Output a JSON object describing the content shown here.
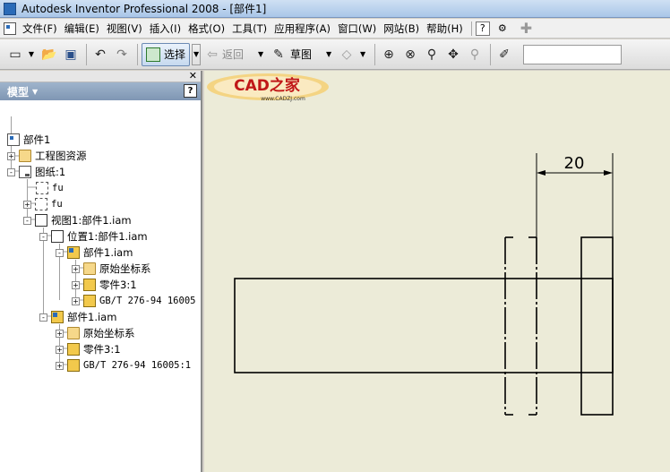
{
  "window": {
    "title": "Autodesk Inventor Professional 2008 - [部件1]"
  },
  "menu": {
    "items": [
      "文件(F)",
      "编辑(E)",
      "视图(V)",
      "插入(I)",
      "格式(O)",
      "工具(T)",
      "应用程序(A)",
      "窗口(W)",
      "网站(B)",
      "帮助(H)"
    ]
  },
  "toolbar": {
    "select_label": "选择",
    "return_label": "返回",
    "sketch_label": "草图"
  },
  "panel": {
    "title": "模型",
    "help": "?",
    "tree": [
      {
        "label": "部件1",
        "toggle": "",
        "icon": "part",
        "mono": false
      },
      {
        "label": "工程图资源",
        "toggle": "+",
        "icon": "folder",
        "mono": false
      },
      {
        "label": "图纸:1",
        "toggle": "-",
        "icon": "sheet",
        "mono": false
      },
      {
        "label": "fu",
        "toggle": "",
        "icon": "frame",
        "mono": true
      },
      {
        "label": "fu",
        "toggle": "+",
        "icon": "frame",
        "mono": true
      },
      {
        "label": "视图1:部件1.iam",
        "toggle": "-",
        "icon": "view",
        "mono": false
      },
      {
        "label": "位置1:部件1.iam",
        "toggle": "-",
        "icon": "view",
        "mono": false
      },
      {
        "label": "部件1.iam",
        "toggle": "-",
        "icon": "asm",
        "mono": false
      },
      {
        "label": "原始坐标系",
        "toggle": "+",
        "icon": "folder",
        "mono": false
      },
      {
        "label": "零件3:1",
        "toggle": "+",
        "icon": "cube",
        "mono": false
      },
      {
        "label": "GB/T 276-94 16005",
        "toggle": "+",
        "icon": "cube",
        "mono": true
      },
      {
        "label": "部件1.iam",
        "toggle": "-",
        "icon": "asm",
        "mono": false
      },
      {
        "label": "原始坐标系",
        "toggle": "+",
        "icon": "folder",
        "mono": false
      },
      {
        "label": "零件3:1",
        "toggle": "+",
        "icon": "cube",
        "mono": false
      },
      {
        "label": "GB/T 276-94 16005:1",
        "toggle": "+",
        "icon": "cube",
        "mono": true
      }
    ]
  },
  "drawing": {
    "dimension_value": "20"
  },
  "watermark": {
    "text": "CAD之家",
    "url": "www.CADZJ.com"
  }
}
